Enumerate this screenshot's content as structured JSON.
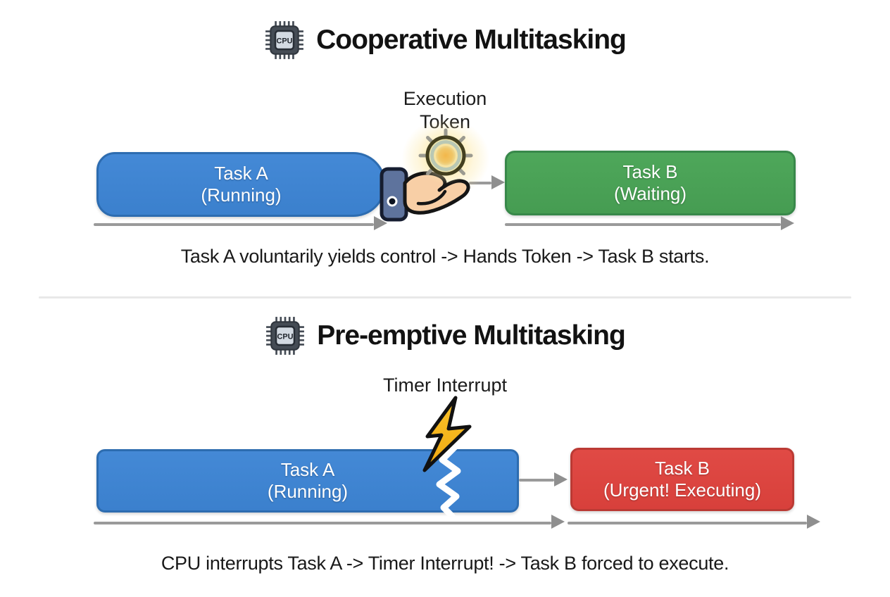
{
  "page": {
    "background": "#ffffff",
    "text_color": "#1a1a1a"
  },
  "colors": {
    "task_running_blue": "#3e86d3",
    "task_waiting_green": "#4ca558",
    "task_urgent_red": "#dc4440",
    "arrow_gray": "#9a9a9a",
    "bolt_yellow": "#f6b40e",
    "token_glow_yellow": "#f5d98b",
    "cpu_chip_gray": "#454c55",
    "divider_gray": "#e8e8e8"
  },
  "icons": {
    "cpu": "cpu-chip-icon",
    "token": "glowing-token-icon",
    "hand": "open-hand-icon",
    "interrupt": "lightning-bolt-icon",
    "flow": "right-arrow"
  },
  "sections": [
    {
      "title": "Cooperative Multitasking",
      "cpu_label": "CPU",
      "annotation": "Execution Token",
      "task_a": {
        "name": "Task A",
        "state": "(Running)"
      },
      "task_b": {
        "name": "Task B",
        "state": "(Waiting)"
      },
      "caption": "Task A voluntarily yields control -> Hands Token -> Task B starts."
    },
    {
      "title": "Pre-emptive Multitasking",
      "cpu_label": "CPU",
      "annotation": "Timer Interrupt",
      "task_a": {
        "name": "Task A",
        "state": "(Running)"
      },
      "task_b": {
        "name": "Task B",
        "state": "(Urgent! Executing)"
      },
      "caption": "CPU interrupts Task A -> Timer Interrupt! -> Task B forced to execute."
    }
  ]
}
